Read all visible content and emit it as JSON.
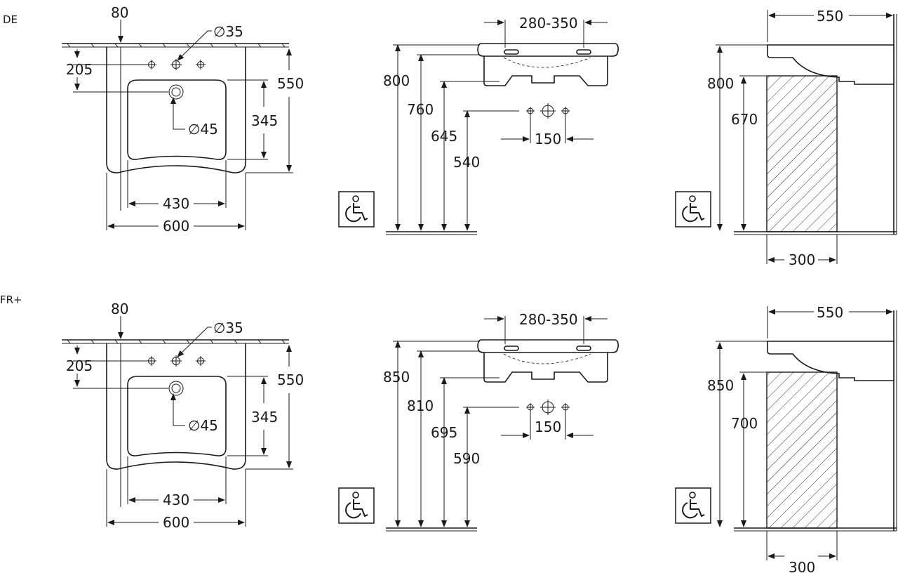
{
  "panels": [
    {
      "region": "DE",
      "plan": {
        "tap_hole": "∅35",
        "waste": "∅45",
        "offset": "80",
        "depth_to_tap": "205",
        "bowl_depth": "345",
        "overall_depth": "550",
        "bowl_width": "430",
        "overall_width": "600"
      },
      "front": {
        "tap_spacing": "280-350",
        "height_rim": "800",
        "height_under_rim": "760",
        "height_bowl": "645",
        "height_waste": "540",
        "waste_spacing": "150"
      },
      "side": {
        "projection": "550",
        "height_rim": "800",
        "height_support": "670",
        "support_width": "300"
      }
    },
    {
      "region": "FR+",
      "plan": {
        "tap_hole": "∅35",
        "waste": "∅45",
        "offset": "80",
        "depth_to_tap": "205",
        "bowl_depth": "345",
        "overall_depth": "550",
        "bowl_width": "430",
        "overall_width": "600"
      },
      "front": {
        "tap_spacing": "280-350",
        "height_rim": "850",
        "height_under_rim": "810",
        "height_bowl": "695",
        "height_waste": "590",
        "waste_spacing": "150"
      },
      "side": {
        "projection": "550",
        "height_rim": "850",
        "height_support": "700",
        "support_width": "300"
      }
    }
  ],
  "accessibility_icon": "wheelchair-icon"
}
